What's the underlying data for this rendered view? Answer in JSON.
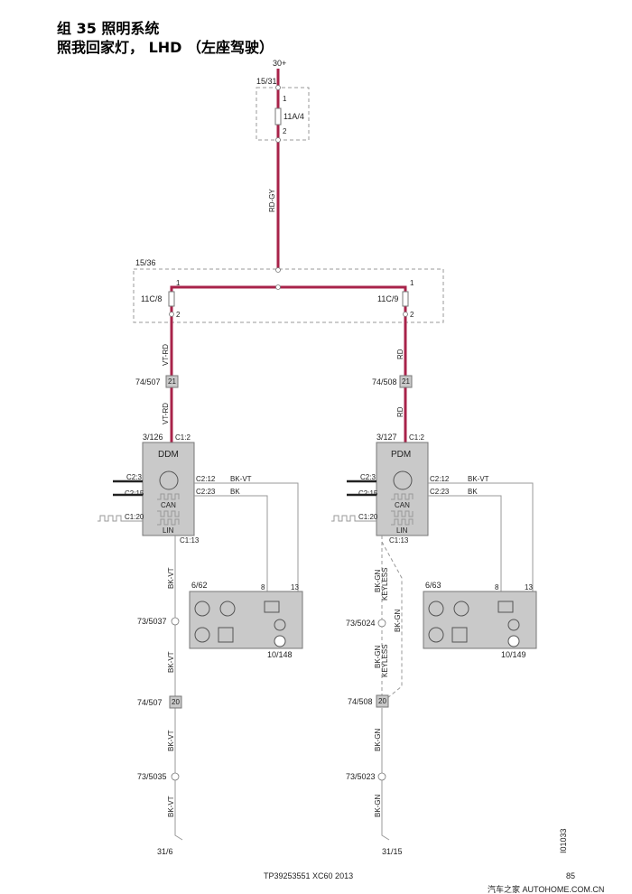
{
  "header": {
    "title_line1": "组 35 照明系统",
    "title_line2": "照我回家灯， LHD （左座驾驶）"
  },
  "supply": {
    "terminal": "30+",
    "fuse_box_a": "15/31",
    "fuse_a": "11A/4",
    "pin1": "1",
    "pin2": "2",
    "wire_main": "RD-GY"
  },
  "fuse_box_b": {
    "label": "15/36",
    "fuse_left": "11C/8",
    "fuse_right": "11C/9"
  },
  "left": {
    "wire_upper": "VT-RD",
    "connector_upper": "74/507",
    "connector_upper_pin": "21",
    "module_id": "3/126",
    "module_name": "DDM",
    "power_pin": "C1:2",
    "pins": [
      "C2:3",
      "C2:15",
      "C1:20",
      "C2:12",
      "C2:23",
      "C1:13"
    ],
    "wire_c212": "BK-VT",
    "wire_c223": "BK",
    "can": "CAN",
    "lin": "LIN",
    "mirror_id": "6/62",
    "mirror_conn": "10/148",
    "mirror_pin_a": "8",
    "mirror_pin_b": "13",
    "ground_wire": "BK-VT",
    "splice1": "73/5037",
    "connector_lower": "74/507",
    "connector_lower_pin": "20",
    "splice2": "73/5035",
    "ground": "31/6"
  },
  "right": {
    "wire_upper": "RD",
    "connector_upper": "74/508",
    "connector_upper_pin": "21",
    "module_id": "3/127",
    "module_name": "PDM",
    "power_pin": "C1:2",
    "pins": [
      "C2:3",
      "C2:15",
      "C1:20",
      "C2:12",
      "C2:23",
      "C1:13"
    ],
    "wire_c212": "BK-VT",
    "wire_c223": "BK",
    "can": "CAN",
    "lin": "LIN",
    "mirror_id": "6/63",
    "mirror_conn": "10/149",
    "mirror_pin_a": "8",
    "mirror_pin_b": "13",
    "ground_wire": "BK-GN",
    "keyless": "KEYLESS",
    "splice1": "73/5024",
    "connector_lower": "74/508",
    "connector_lower_pin": "20",
    "splice2": "73/5023",
    "ground": "31/15"
  },
  "footer": {
    "doc_code": "TP39253551 XC60 2013",
    "page": "85",
    "figure_id": "I01033",
    "watermark": "汽车之家  AUTOHOME.COM.CN"
  },
  "colors": {
    "power_wire": "#a8234a",
    "module_fill": "#c9c9c9"
  }
}
